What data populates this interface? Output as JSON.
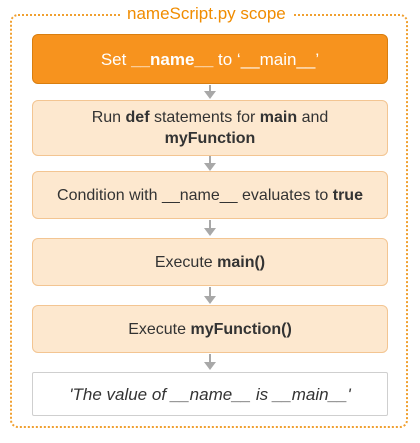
{
  "scope": {
    "title": "nameScript.py scope"
  },
  "steps": [
    {
      "parts": [
        {
          "t": "Set ",
          "b": false
        },
        {
          "t": "__name__",
          "b": true
        },
        {
          "t": " to ‘__main__’",
          "b": false
        }
      ]
    },
    {
      "parts": [
        {
          "t": "Run ",
          "b": false
        },
        {
          "t": "def",
          "b": true
        },
        {
          "t": " statements for ",
          "b": false
        },
        {
          "t": "main",
          "b": true
        },
        {
          "t": " and",
          "b": false
        },
        {
          "t": "myFunction",
          "b": true
        }
      ]
    },
    {
      "parts": [
        {
          "t": "Condition with __name__ evaluates to ",
          "b": false
        },
        {
          "t": "true",
          "b": true
        }
      ]
    },
    {
      "parts": [
        {
          "t": "Execute ",
          "b": false
        },
        {
          "t": "main()",
          "b": true
        }
      ]
    },
    {
      "parts": [
        {
          "t": "Execute ",
          "b": false
        },
        {
          "t": "myFunction()",
          "b": true
        }
      ]
    }
  ],
  "output": {
    "text": "'The value of __name__ is __main__'"
  },
  "colors": {
    "primary": "#f7931e",
    "soft": "#fde8cf",
    "scope_border": "#f0a030",
    "arrow": "#a8a8a8"
  }
}
